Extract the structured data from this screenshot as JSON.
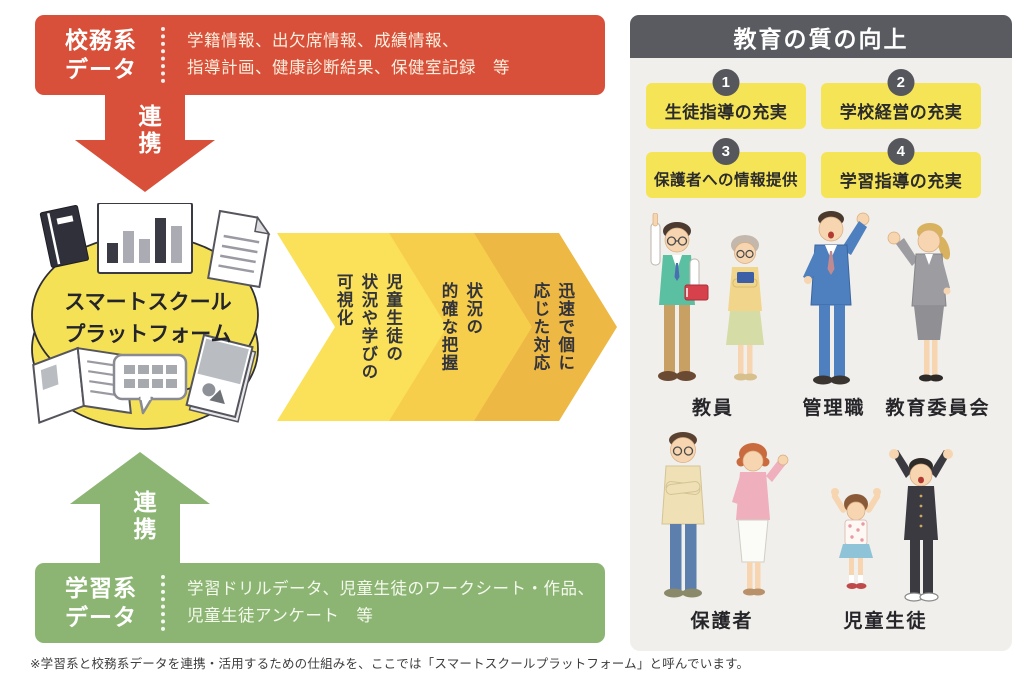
{
  "colors": {
    "school_affairs_red": "#D9503A",
    "learning_green": "#8CB573",
    "platform_yellow": "#F5E155",
    "chevron_1": "#FAE159",
    "chevron_2": "#F6CE4C",
    "chevron_3": "#EDB843",
    "panel_header_gray": "#595B60",
    "panel_bg": "#F1EFEB",
    "goal_yellow": "#F6E457"
  },
  "school_affairs_box": {
    "label_line1": "校務系",
    "label_line2": "データ",
    "desc_line1": "学籍情報、出欠席情報、成績情報、",
    "desc_line2": "指導計画、健康診断結果、保健室記録　等"
  },
  "link_arrow_top": {
    "label": "連携"
  },
  "platform": {
    "name_line1": "スマートスクール",
    "name_line2": "プラットフォーム"
  },
  "outcome_chevrons": [
    {
      "label": "児童生徒の\n状況や学びの\n可視化"
    },
    {
      "label": "状況の\n的確な把握"
    },
    {
      "label": "迅速で個に\n応じた対応"
    }
  ],
  "link_arrow_bottom": {
    "label": "連携"
  },
  "learning_box": {
    "label_line1": "学習系",
    "label_line2": "データ",
    "desc_line1": "学習ドリルデータ、児童生徒のワークシート・作品、",
    "desc_line2": "児童生徒アンケート　等"
  },
  "footnote": "※学習系と校務系データを連携・活用するための仕組みを、ここでは「スマートスクールプラットフォーム」と呼んでいます。",
  "quality_panel": {
    "title": "教育の質の向上",
    "goals": [
      {
        "number": "1",
        "label": "生徒指導の充実"
      },
      {
        "number": "2",
        "label": "学校経営の充実"
      },
      {
        "number": "3",
        "label": "保護者への情報提供"
      },
      {
        "number": "4",
        "label": "学習指導の充実"
      }
    ],
    "stakeholders": [
      {
        "label": "教員"
      },
      {
        "label": "管理職"
      },
      {
        "label": "教育委員会"
      },
      {
        "label": "保護者"
      },
      {
        "label": "児童生徒"
      }
    ]
  }
}
